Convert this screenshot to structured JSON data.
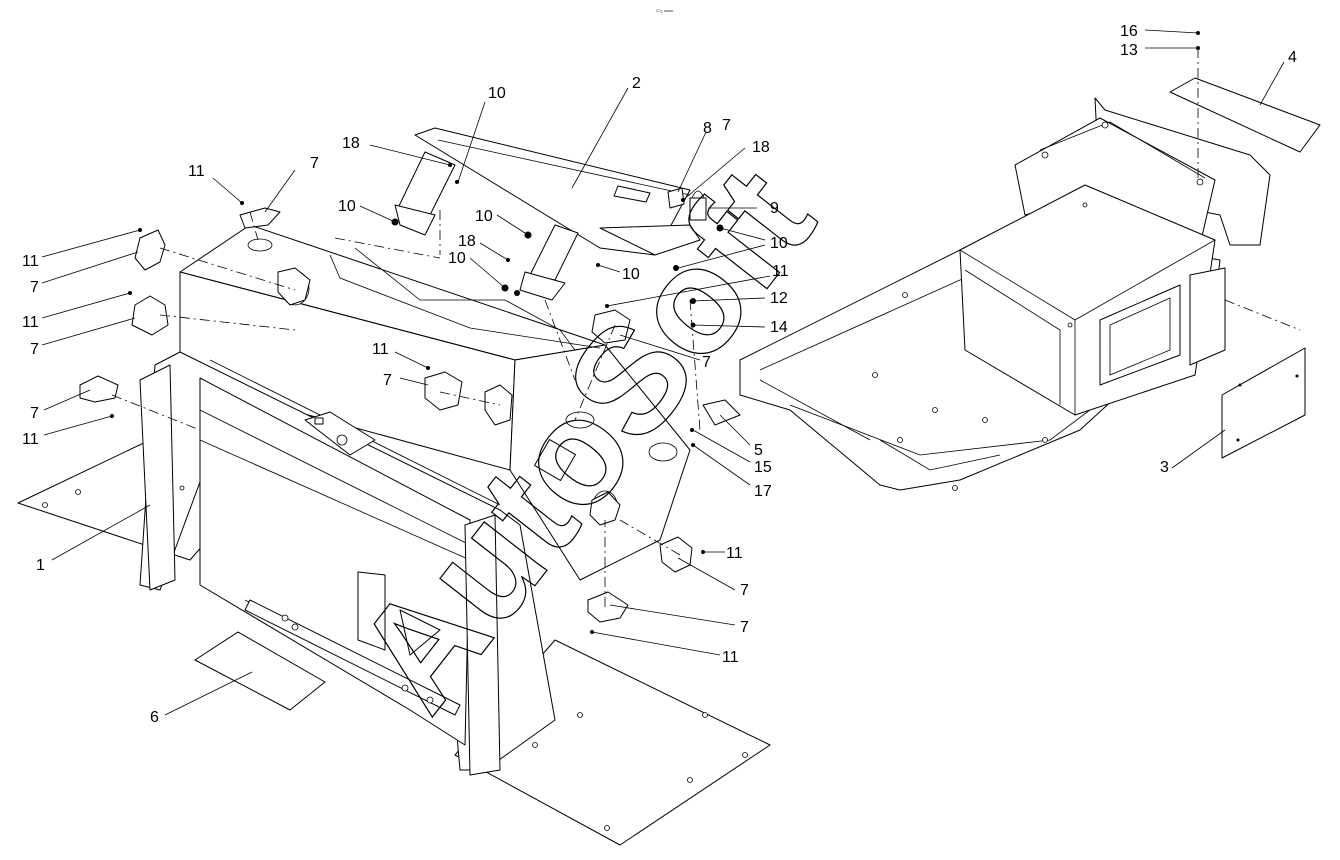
{
  "header_mark": "▭₂ ₘₘₘ",
  "watermark": "AutoSoft",
  "callouts": [
    {
      "id": "c1",
      "label": "1"
    },
    {
      "id": "c2",
      "label": "2"
    },
    {
      "id": "c3",
      "label": "3"
    },
    {
      "id": "c4",
      "label": "4"
    },
    {
      "id": "c5",
      "label": "5"
    },
    {
      "id": "c6",
      "label": "6"
    },
    {
      "id": "c7a",
      "label": "7"
    },
    {
      "id": "c7b",
      "label": "7"
    },
    {
      "id": "c7c",
      "label": "7"
    },
    {
      "id": "c7d",
      "label": "7"
    },
    {
      "id": "c7e",
      "label": "7"
    },
    {
      "id": "c7f",
      "label": "7"
    },
    {
      "id": "c7g",
      "label": "7"
    },
    {
      "id": "c7h",
      "label": "7"
    },
    {
      "id": "c7i",
      "label": "7"
    },
    {
      "id": "c8",
      "label": "8"
    },
    {
      "id": "c9",
      "label": "9"
    },
    {
      "id": "c10a",
      "label": "10"
    },
    {
      "id": "c10b",
      "label": "10"
    },
    {
      "id": "c10c",
      "label": "10"
    },
    {
      "id": "c10d",
      "label": "10"
    },
    {
      "id": "c10e",
      "label": "10"
    },
    {
      "id": "c10f",
      "label": "10"
    },
    {
      "id": "c11a",
      "label": "11"
    },
    {
      "id": "c11b",
      "label": "11"
    },
    {
      "id": "c11c",
      "label": "11"
    },
    {
      "id": "c11d",
      "label": "11"
    },
    {
      "id": "c11e",
      "label": "11"
    },
    {
      "id": "c11f",
      "label": "11"
    },
    {
      "id": "c11g",
      "label": "11"
    },
    {
      "id": "c11h",
      "label": "11"
    },
    {
      "id": "c12",
      "label": "12"
    },
    {
      "id": "c13",
      "label": "13"
    },
    {
      "id": "c14",
      "label": "14"
    },
    {
      "id": "c15",
      "label": "15"
    },
    {
      "id": "c16",
      "label": "16"
    },
    {
      "id": "c17",
      "label": "17"
    },
    {
      "id": "c18a",
      "label": "18"
    },
    {
      "id": "c18b",
      "label": "18"
    },
    {
      "id": "c18c",
      "label": "18"
    }
  ]
}
